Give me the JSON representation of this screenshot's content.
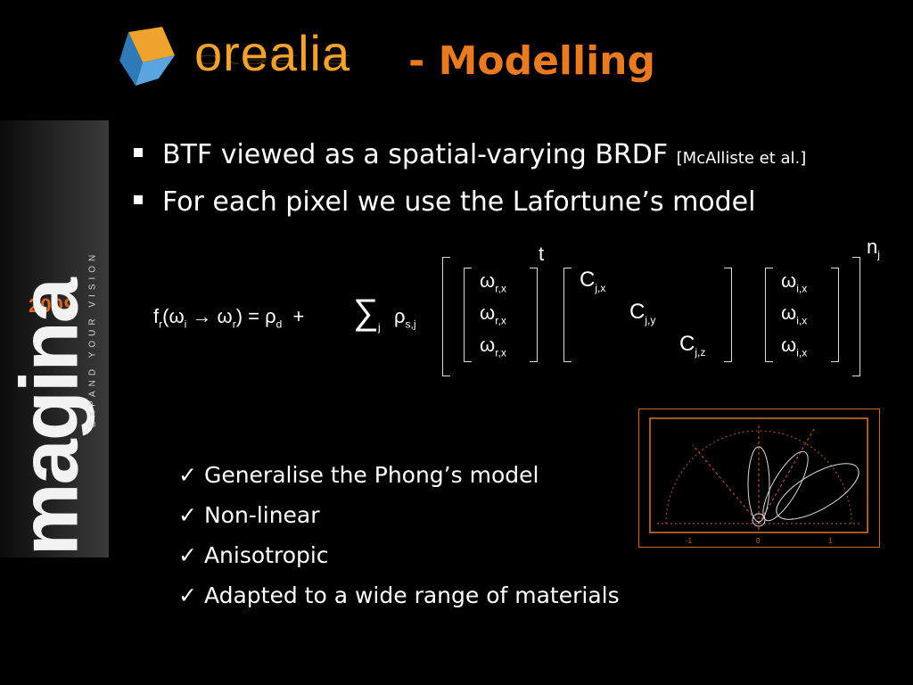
{
  "sidebar": {
    "year": "2009",
    "brand": "imagina",
    "tagline": "EXPAND YOUR VISION"
  },
  "header": {
    "logo_text": "orealia",
    "title": "- Modelling"
  },
  "bullets": [
    {
      "text": "BTF viewed as a spatial-varying BRDF ",
      "citation": "[McAlliste et al.]"
    },
    {
      "text": "For each pixel we use the Lafortune’s model",
      "citation": ""
    }
  ],
  "formula": {
    "lhs": "f",
    "lhs_sub": "r",
    "paren_open": "(ω",
    "omega_in_sub": "i",
    "arrow": " → ω",
    "omega_out_sub": "r",
    "paren_close": ") = ρ",
    "rho_d_sub": "d",
    "plus": "+",
    "sigma": "∑",
    "sigma_sub": "j",
    "rho_s": "ρ",
    "rho_s_sub": "s,j",
    "transpose": "t",
    "exponent": "n",
    "exponent_sub": "j",
    "omega": "ω",
    "vec_r_subs": [
      "r,x",
      "r,x",
      "r,x"
    ],
    "vec_i_subs": [
      "i,x",
      "i,x",
      "i,x"
    ],
    "c_symbol": "C",
    "diag_subs": [
      "j,x",
      "j,y",
      "j,z"
    ]
  },
  "checks": [
    "Generalise the Phong’s model",
    "Non-linear",
    "Anisotropic",
    "Adapted to a wide range of materials"
  ],
  "check_glyph": "✓",
  "plot": {
    "tick_labels": [
      "-1",
      "0",
      "1"
    ]
  },
  "colors": {
    "accent_orange": "#e87a22",
    "logo_orange": "#f4a22f",
    "background": "#000000",
    "text": "#ffffff"
  }
}
